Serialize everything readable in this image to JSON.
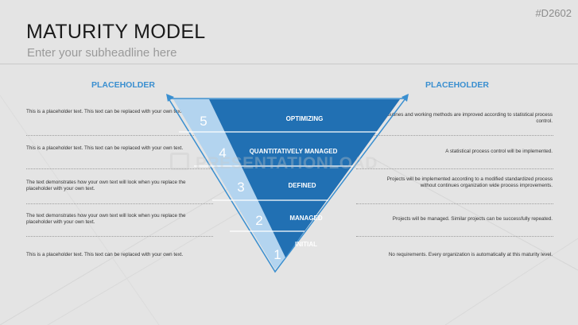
{
  "header": {
    "code": "#D2602",
    "title": "MATURITY MODEL",
    "subtitle": "Enter your subheadline here"
  },
  "columns": {
    "left_heading": "PLACEHOLDER",
    "right_heading": "PLACEHOLDER"
  },
  "left_items": [
    "This is a placeholder text. This text can be replaced with your own text.",
    "This is a placeholder text. This text can be replaced with your own text.",
    "The text demonstrates how your own text will look when you replace the placeholder with your own text.",
    "The text demonstrates how your own text will look when you replace the placeholder with your own text.",
    "This is a placeholder text. This text can be replaced with your own text."
  ],
  "right_items": [
    "Routines and working methods are improved according to statistical process control.",
    "A statistical process control will be implemented.",
    "Projects will be implemented according to a modified standardized process without continues organization wide process improvements.",
    "Projects will be managed. Similar projects can be successfully repeated.",
    "No requirements. Every organization is automatically at this maturity level."
  ],
  "levels": [
    {
      "number": "5",
      "label": "OPTIMIZING"
    },
    {
      "number": "4",
      "label": "QUANTITATIVELY MANAGED"
    },
    {
      "number": "3",
      "label": "DEFINED"
    },
    {
      "number": "2",
      "label": "MANAGED"
    },
    {
      "number": "1",
      "label": "INITIAL"
    }
  ],
  "watermark": "PRESENTATIONLOAD",
  "colors": {
    "funnel_dark": "#2170b3",
    "funnel_light": "#b3d4ef",
    "accent": "#3a8fd0",
    "background": "#e4e4e4"
  }
}
